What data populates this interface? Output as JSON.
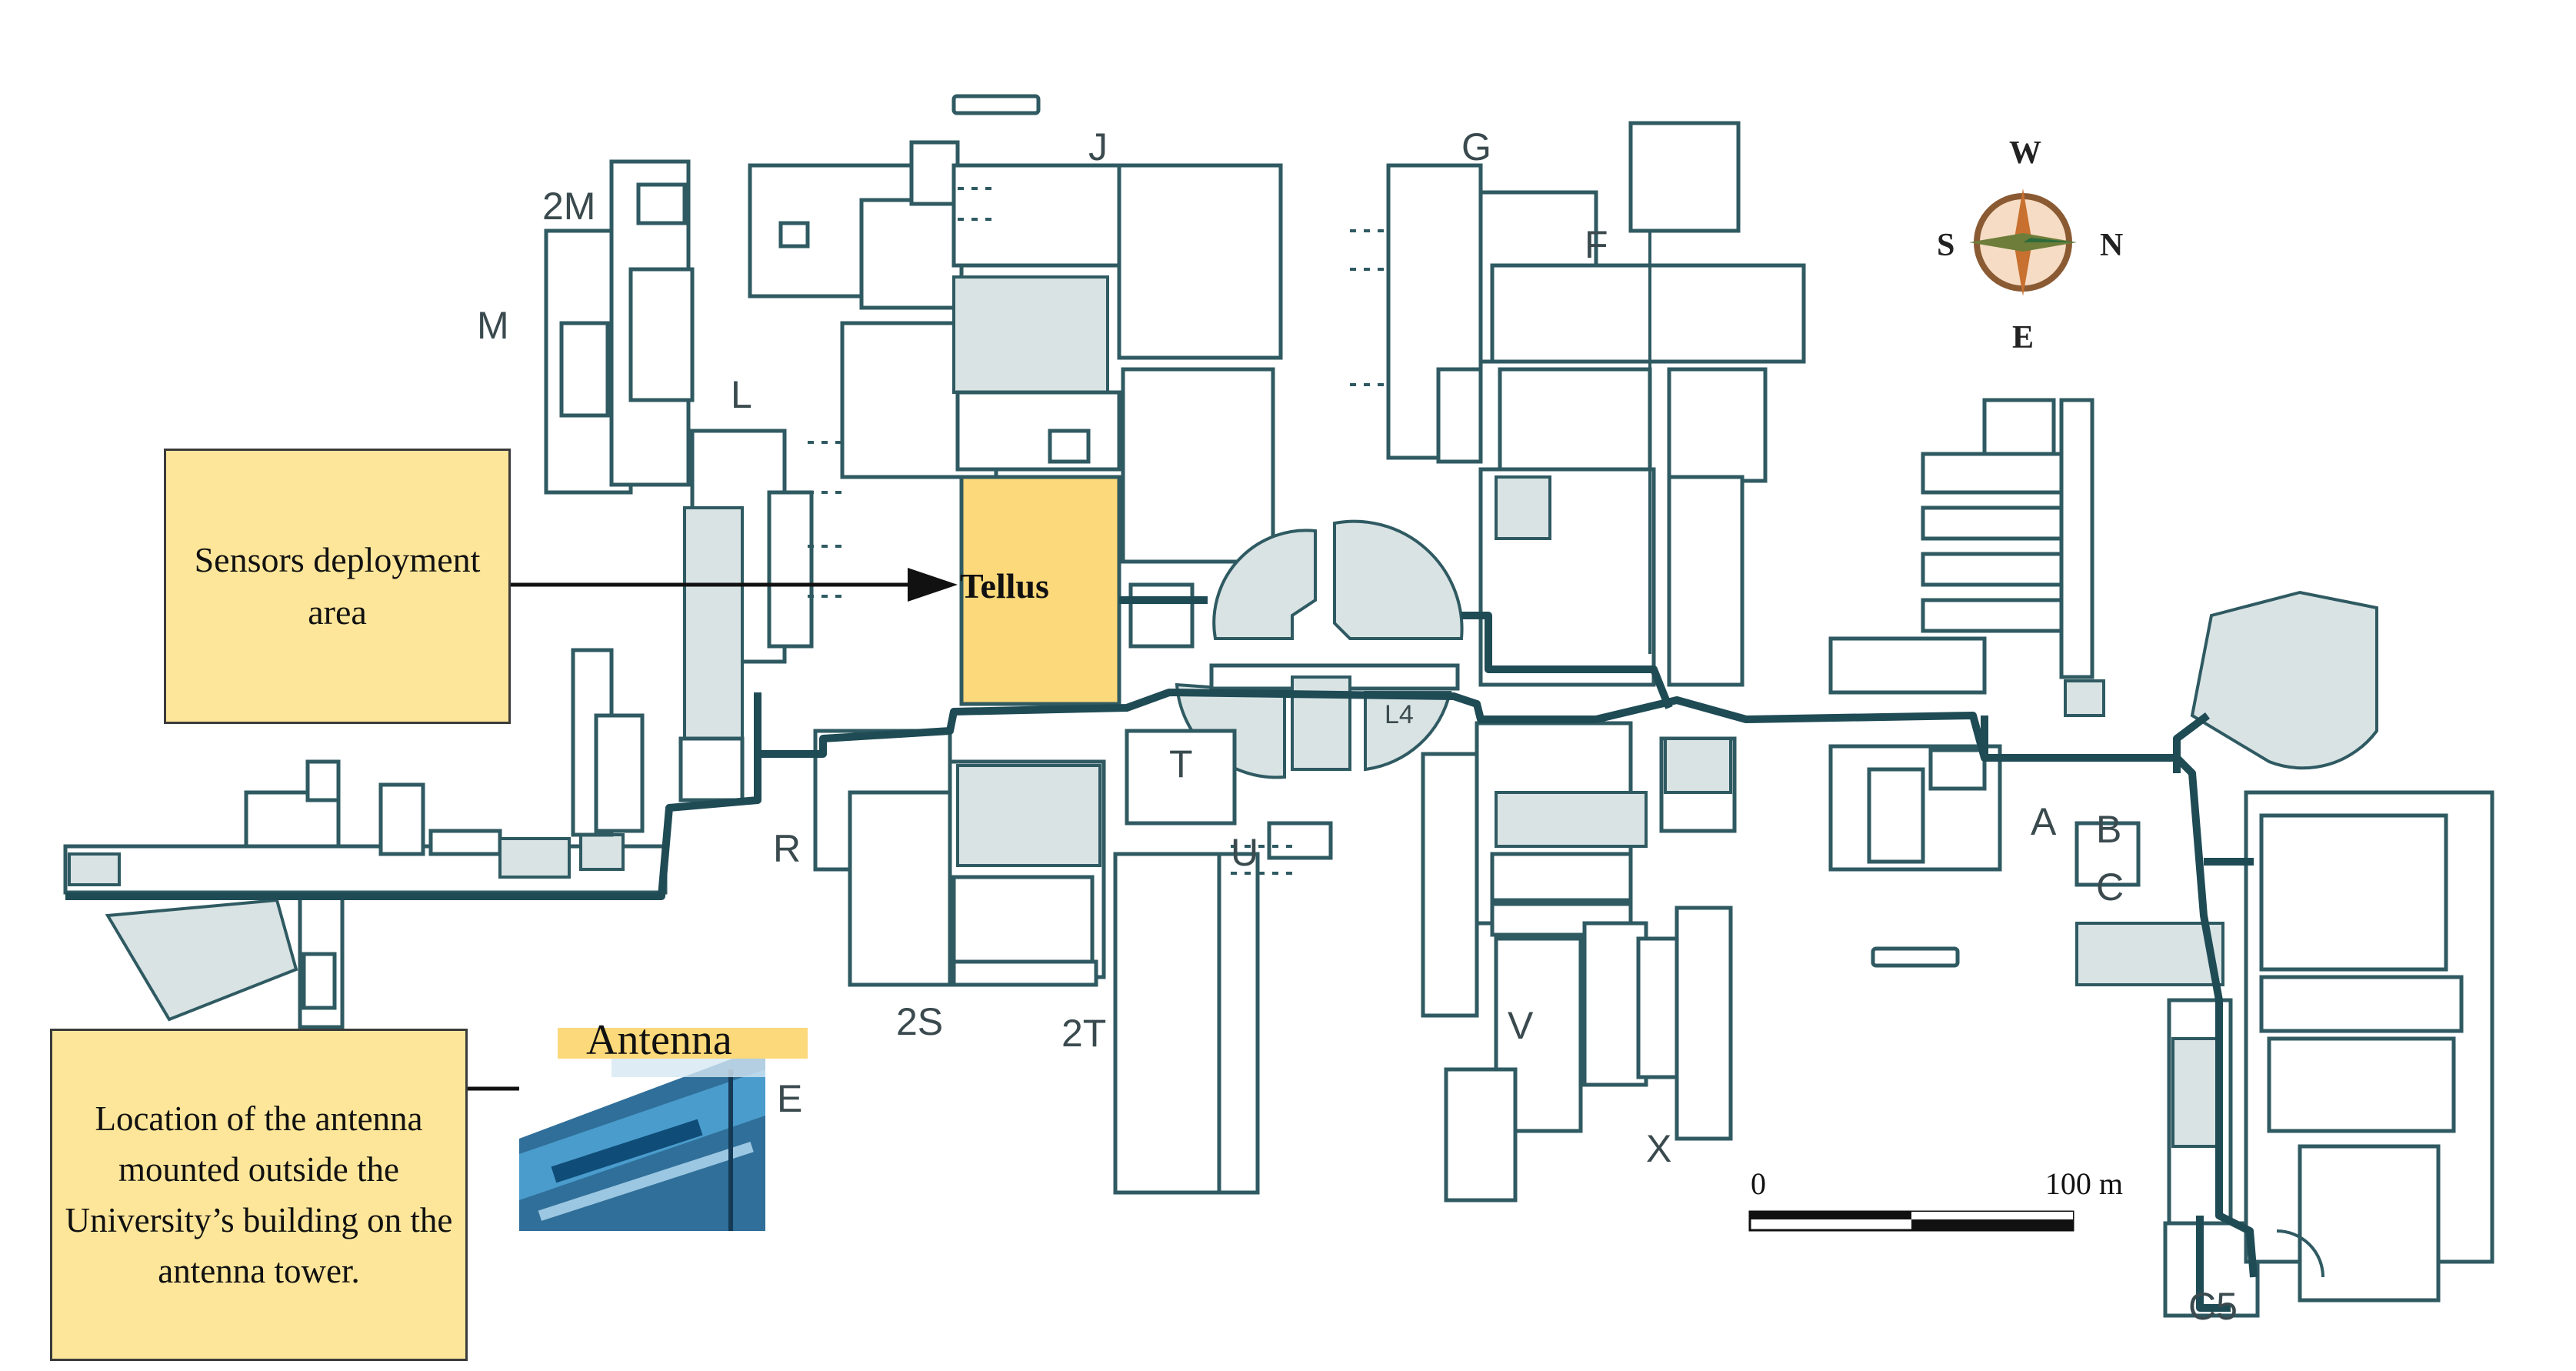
{
  "map": {
    "wing_labels": [
      "2M",
      "M",
      "L",
      "J",
      "G",
      "F",
      "R",
      "T",
      "U",
      "2S",
      "2T",
      "V",
      "X",
      "A",
      "B",
      "C",
      "E",
      "C5",
      "L4"
    ],
    "highlighted_building": "Tellus",
    "antenna_label": "Antenna",
    "callouts": {
      "sensors": "Sensors deployment area",
      "antenna": "Location of the antenna mounted outside the University’s building on the antenna tower."
    },
    "scale_bar": {
      "start_label": "0",
      "end_label": "100 m"
    },
    "compass": {
      "top": "W",
      "left": "S",
      "right": "N",
      "bottom": "E"
    },
    "colors": {
      "walls": "#2f5a62",
      "corridor": "#1f4b55",
      "hall_fill": "#d9e3e4",
      "highlight": "#fcd97a",
      "callout_fill": "#fde69a"
    },
    "icons": [
      "compass-rose-icon",
      "arrow-icon",
      "antenna-photo"
    ]
  }
}
